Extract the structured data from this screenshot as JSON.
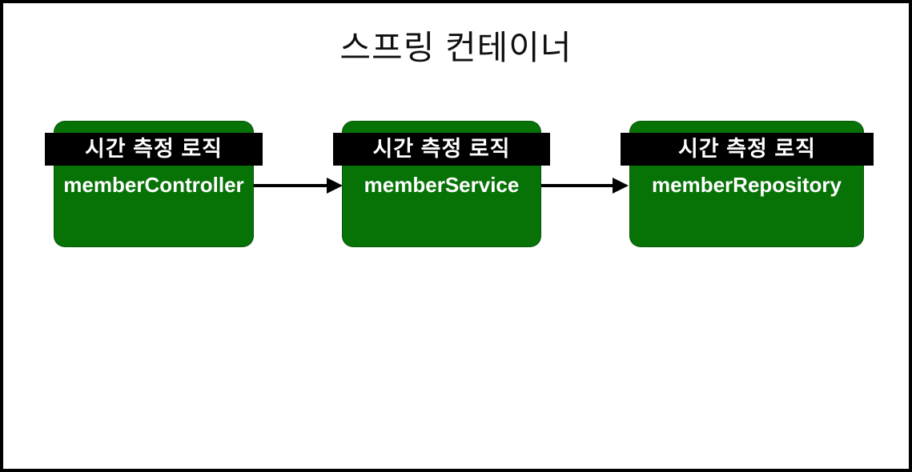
{
  "title": "스프링 컨테이너",
  "nodes": [
    {
      "banner": "시간 측정 로직",
      "label": "memberController"
    },
    {
      "banner": "시간 측정 로직",
      "label": "memberService"
    },
    {
      "banner": "시간 측정 로직",
      "label": "memberRepository"
    }
  ],
  "arrows": [
    {
      "from": "memberController",
      "to": "memberService",
      "direction": "right"
    },
    {
      "from": "memberService",
      "to": "memberRepository",
      "direction": "right"
    }
  ],
  "colors": {
    "node-green": "#077307",
    "banner-black": "#000000",
    "node-text": "#ffffff",
    "canvas-border": "#000000",
    "canvas-bg": "#ffffff"
  }
}
